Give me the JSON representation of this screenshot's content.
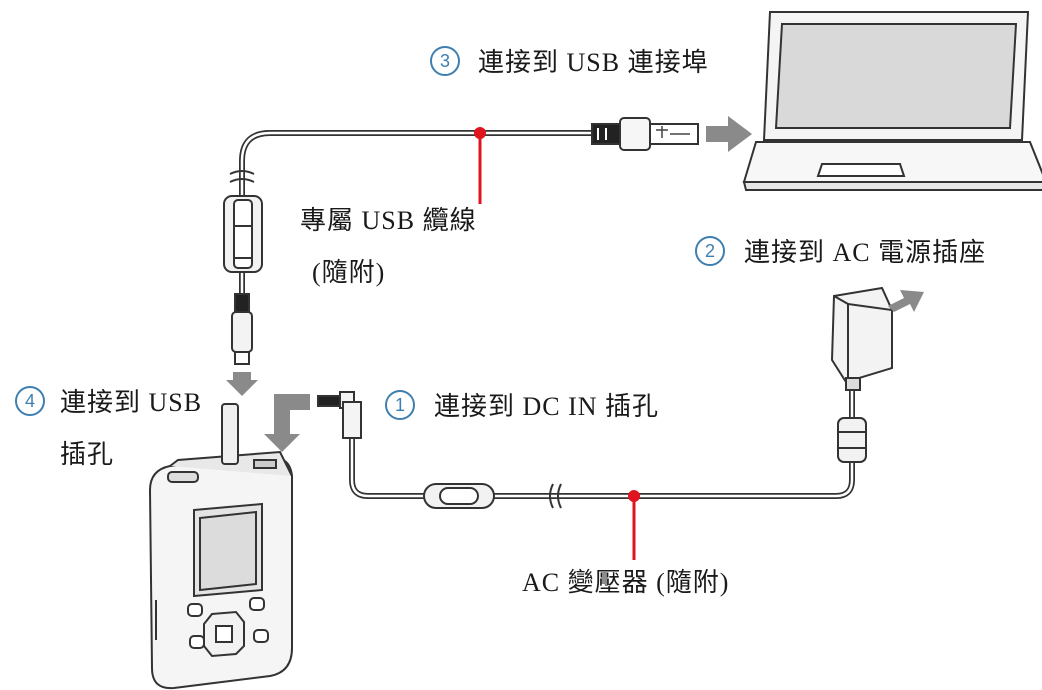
{
  "labels": {
    "step1": {
      "num": "1",
      "text": "連接到 DC IN 插孔"
    },
    "step2": {
      "num": "2",
      "text": "連接到 AC 電源插座"
    },
    "step3": {
      "num": "3",
      "text": "連接到 USB 連接埠"
    },
    "step4": {
      "num": "4",
      "text_line1": "連接到 USB",
      "text_line2": "插孔"
    },
    "usb_cable_line1": "專屬 USB 纜線",
    "usb_cable_line2": "(隨附)",
    "ac_adapter": "AC 變壓器 (隨附)"
  },
  "colors": {
    "callout_line": "#e0141e",
    "step_circle": "#3f7fb0",
    "arrow": "#8a8a8a",
    "device_stroke": "#333333"
  }
}
